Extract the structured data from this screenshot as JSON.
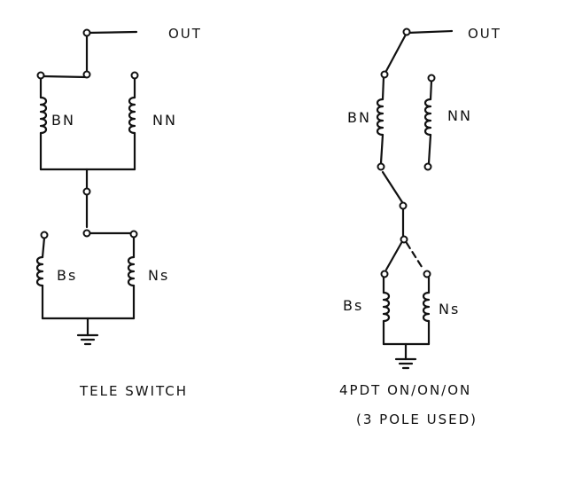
{
  "left_diagram": {
    "out_label": "OUT",
    "bn_label": "BN",
    "nn_label": "NN",
    "bs_label": "Bs",
    "ns_label": "Ns",
    "caption": "TELE SWITCH"
  },
  "right_diagram": {
    "out_label": "OUT",
    "bn_label": "BN",
    "nn_label": "NN",
    "bs_label": "Bs",
    "ns_label": "Ns",
    "caption_line1": "4PDT ON/ON/ON",
    "caption_line2": "(3 POLE USED)"
  }
}
